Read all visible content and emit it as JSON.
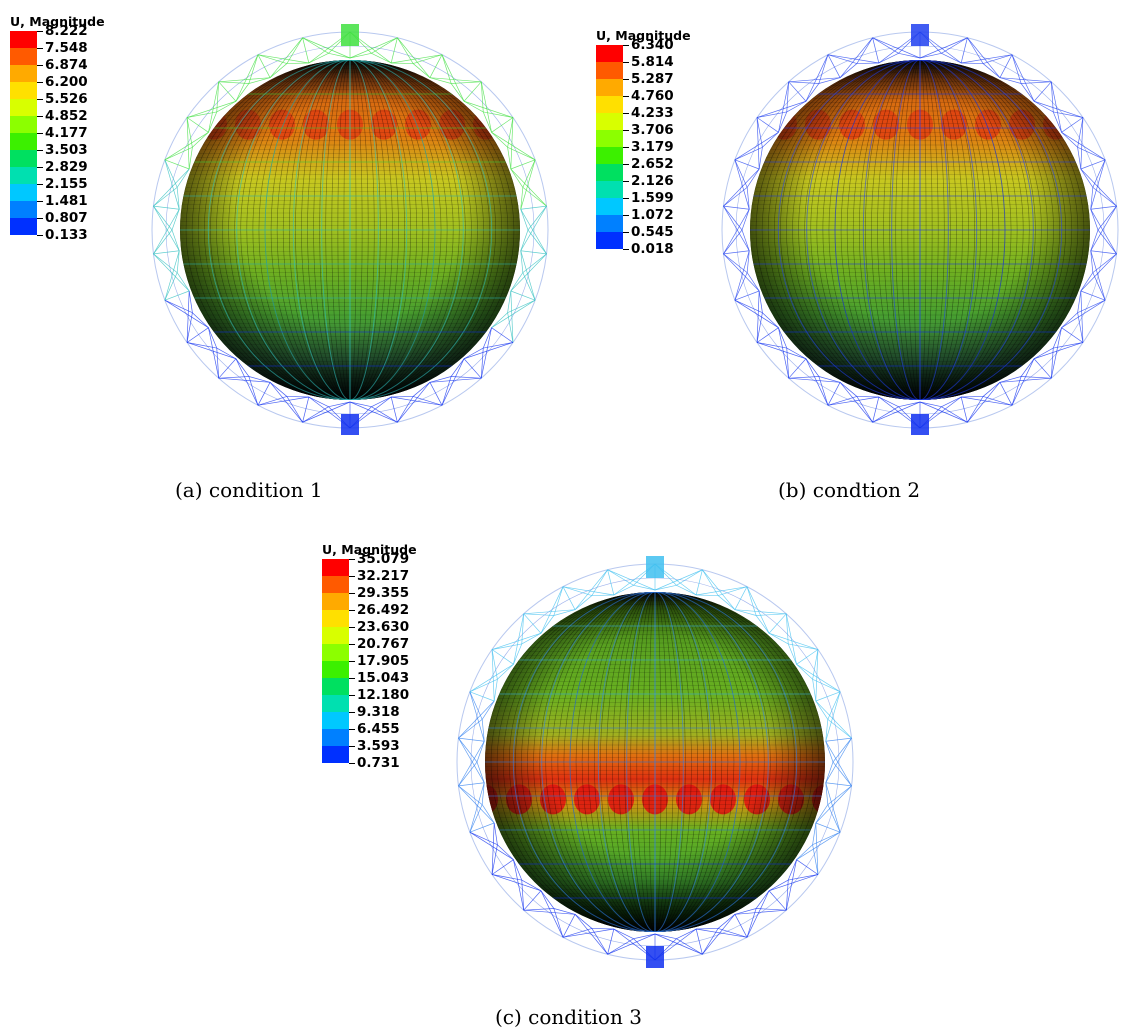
{
  "panels": [
    {
      "legend_title": "U, Magnitude",
      "legend_values": [
        "8.222",
        "7.548",
        "6.874",
        "6.200",
        "5.526",
        "4.852",
        "4.177",
        "3.503",
        "2.829",
        "2.155",
        "1.481",
        "0.807",
        "0.133"
      ],
      "caption": "(a) condition 1",
      "band_pattern": "upper",
      "frame_tone": "green-top"
    },
    {
      "legend_title": "U, Magnitude",
      "legend_values": [
        "6.340",
        "5.814",
        "5.287",
        "4.760",
        "4.233",
        "3.706",
        "3.179",
        "2.652",
        "2.126",
        "1.599",
        "1.072",
        "0.545",
        "0.018"
      ],
      "caption": "(b) condtion 2",
      "band_pattern": "upper",
      "frame_tone": "blue"
    },
    {
      "legend_title": "U, Magnitude",
      "legend_values": [
        "35.079",
        "32.217",
        "29.355",
        "26.492",
        "23.630",
        "20.767",
        "17.905",
        "15.043",
        "12.180",
        "9.318",
        "6.455",
        "3.593",
        "0.731"
      ],
      "caption": "(c) condition 3",
      "band_pattern": "middle",
      "frame_tone": "cyan-top"
    }
  ],
  "colormap": [
    "#ff0000",
    "#ff5a00",
    "#ffaa00",
    "#ffe000",
    "#d8ff00",
    "#8cff00",
    "#3cf000",
    "#00e060",
    "#00e0b0",
    "#00c8ff",
    "#0080ff",
    "#0030ff"
  ]
}
